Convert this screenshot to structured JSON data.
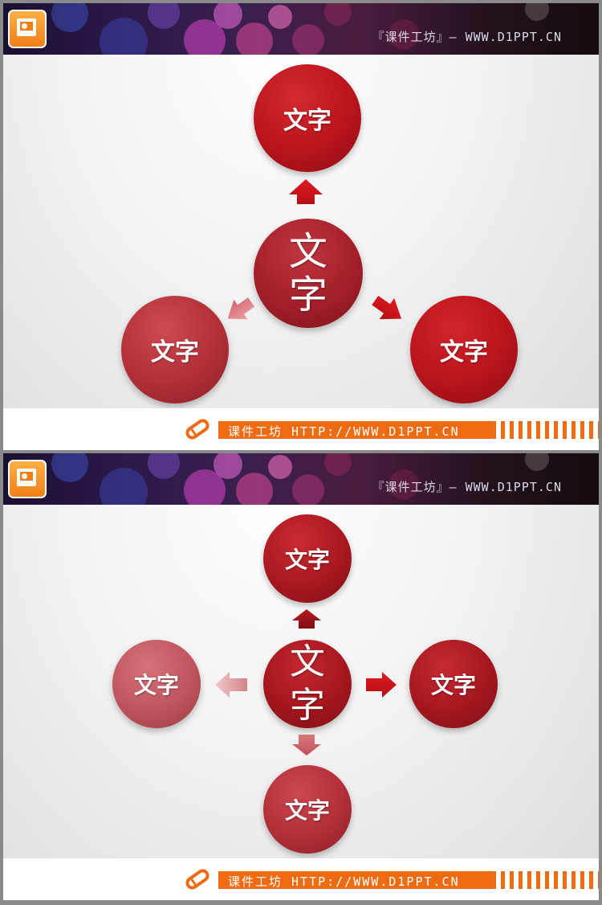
{
  "slides": [
    {
      "site_header": "『课件工坊』— WWW.D1PPT.CN",
      "footer_text": "课件工坊 HTTP://WWW.D1PPT.CN",
      "center": "文字",
      "nodes": [
        "文字",
        "文字",
        "文字"
      ]
    },
    {
      "site_header": "『课件工坊』— WWW.D1PPT.CN",
      "footer_text": "课件工坊 HTTP://WWW.D1PPT.CN",
      "center": "文字",
      "nodes": [
        "文字",
        "文字",
        "文字",
        "文字"
      ]
    }
  ],
  "colors": {
    "accent": "#ef6b12",
    "node_red": "#c41e2a",
    "node_dark": "#8e1620",
    "node_faded": "#c7636d"
  },
  "icons": {
    "logo": "presentation-logo-icon",
    "footer": "pencil-icon",
    "arrows": "arrow-icon"
  }
}
